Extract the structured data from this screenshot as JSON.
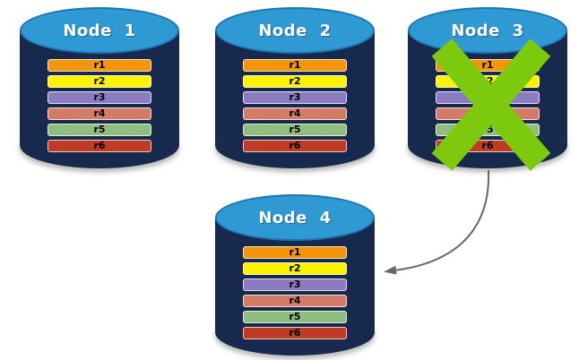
{
  "nodes": [
    {
      "title": "Node 1",
      "crossed_out": false
    },
    {
      "title": "Node 2",
      "crossed_out": false
    },
    {
      "title": "Node 3",
      "crossed_out": true
    },
    {
      "title": "Node 4",
      "crossed_out": false
    }
  ],
  "rows": [
    {
      "label": "r1",
      "color": "#F5950B"
    },
    {
      "label": "r2",
      "color": "#FCF303"
    },
    {
      "label": "r3",
      "color": "#8B7CC1"
    },
    {
      "label": "r4",
      "color": "#D57C66"
    },
    {
      "label": "r5",
      "color": "#90BE7F"
    },
    {
      "label": "r6",
      "color": "#BE3B26"
    }
  ],
  "arrow": {
    "from": "Node 3",
    "to": "Node 4"
  },
  "colors": {
    "background": "#FFFFFF",
    "cylinder_body": "#17294D",
    "cylinder_top": "#2F99D3",
    "cylinder_top_stroke": "#1E74B0",
    "node_title_text": "#FFFFFF",
    "row_text": "#000000",
    "cross": "#7CC90E",
    "arrow": "#666666"
  }
}
